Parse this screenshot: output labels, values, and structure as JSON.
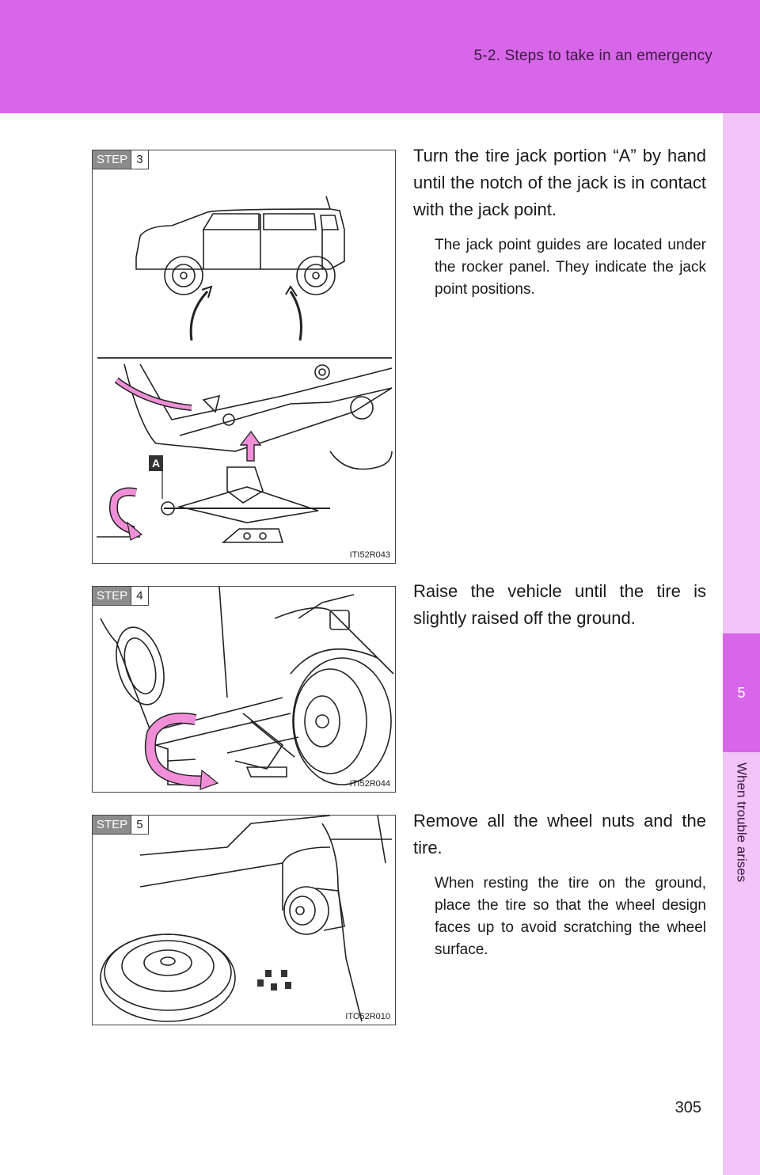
{
  "header": {
    "section": "5-2. Steps to take in an emergency"
  },
  "side_tab": {
    "number": "5",
    "label": "When trouble arises"
  },
  "steps": [
    {
      "badge": "STEP",
      "number": "3",
      "code": "ITI52R043",
      "callout": "A",
      "text": "Turn the tire jack portion “A” by hand until the notch of the jack is in contact with the jack point.",
      "note": "The jack point guides are located under the rocker panel. They indicate the jack point positions."
    },
    {
      "badge": "STEP",
      "number": "4",
      "code": "ITI52R044",
      "text": "Raise the vehicle until the tire is slightly raised off the ground."
    },
    {
      "badge": "STEP",
      "number": "5",
      "code": "ITO52R010",
      "text": "Remove all the wheel nuts and the tire.",
      "note": "When resting the tire on the ground, place the tire so that the wheel design faces up to avoid scratching the wheel surface."
    }
  ],
  "page_number": "305",
  "colors": {
    "header": "#d766e8",
    "side_tab_light": "#f1c3f7",
    "arrow_pink": "#f08fd8"
  }
}
